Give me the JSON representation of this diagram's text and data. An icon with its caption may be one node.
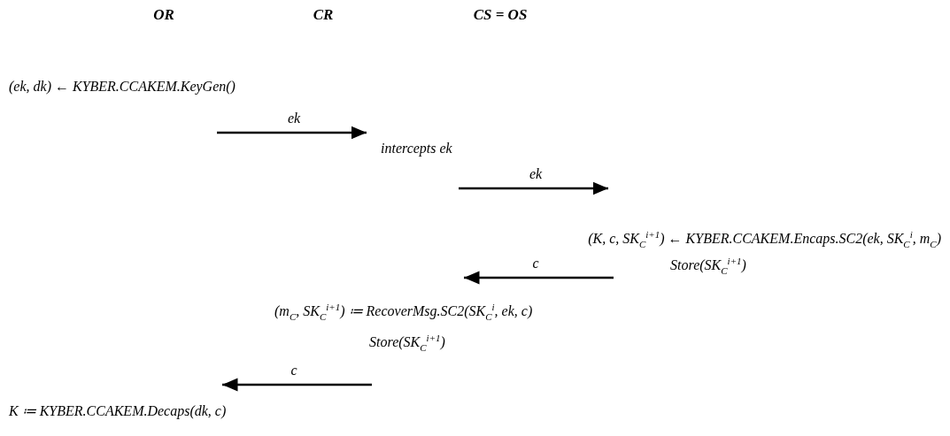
{
  "diagram": {
    "labels": [
      "OR",
      "CR",
      "CS = OS",
      "(ek, dk) ← KYBER.CCAKEM.KeyGen()",
      "ek",
      "intercepts ek",
      "ek",
      "(K, c, SK$_{C}$$^{i+1}$) ← KYBER.CCAKEM.Encaps.SC2(ek, SK$_{C}$$^{i}$, m$_{C}$)",
      "Store(SK$_{C}$$^{i+1}$)",
      "c",
      "(m$_{C}$, SK$_{C}$$^{i+1}$) ≔ RecoverMsg.SC2(SK$_{C}$$^{i}$, ek, c)",
      "Store(SK$_{C}$$^{i+1}$)",
      "c",
      "K ≔ KYBER.CCAKEM.Decaps(dk, c)"
    ]
  }
}
